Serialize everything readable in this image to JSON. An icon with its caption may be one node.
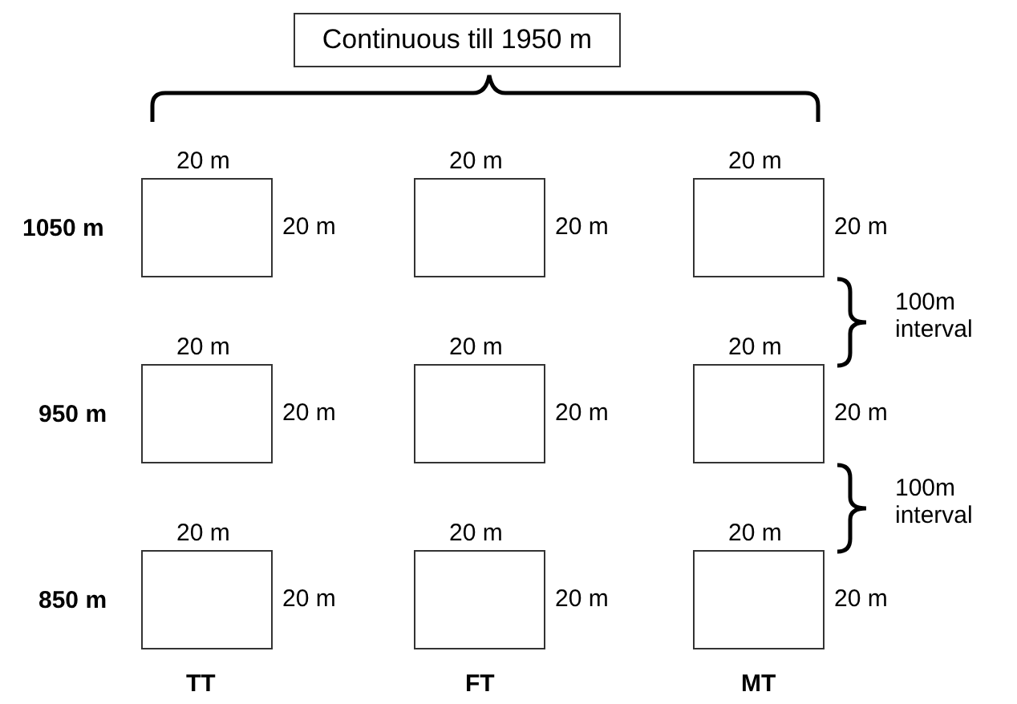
{
  "diagram": {
    "nodes": [
      {
        "text": [
          "Continuous till 1950 m"
        ]
      },
      {
        "text": [],
        "shape": "box",
        "beside": [
          "20 m",
          "20 m"
        ]
      },
      {
        "text": [],
        "shape": "box",
        "beside": [
          "20 m",
          "20 m"
        ]
      },
      {
        "text": [],
        "shape": "box",
        "beside": [
          "20 m",
          "20 m"
        ]
      },
      {
        "text": [],
        "shape": "box",
        "beside": [
          "20 m",
          "20 m"
        ]
      },
      {
        "text": [],
        "shape": "box",
        "beside": [
          "20 m",
          "20 m"
        ]
      },
      {
        "text": [],
        "shape": "box",
        "beside": [
          "20 m",
          "20 m"
        ]
      },
      {
        "text": [],
        "shape": "box",
        "beside": [
          "20 m",
          "20 m"
        ]
      },
      {
        "text": [],
        "shape": "box",
        "beside": [
          "20 m",
          "20 m"
        ]
      },
      {
        "text": [],
        "shape": "box",
        "beside": [
          "20 m",
          "20 m"
        ]
      }
    ],
    "edges": [],
    "labels": [
      "1050 m",
      "100m interval",
      "950 m",
      "100m interval",
      "850 m",
      "TT",
      "FT",
      "MT"
    ]
  }
}
